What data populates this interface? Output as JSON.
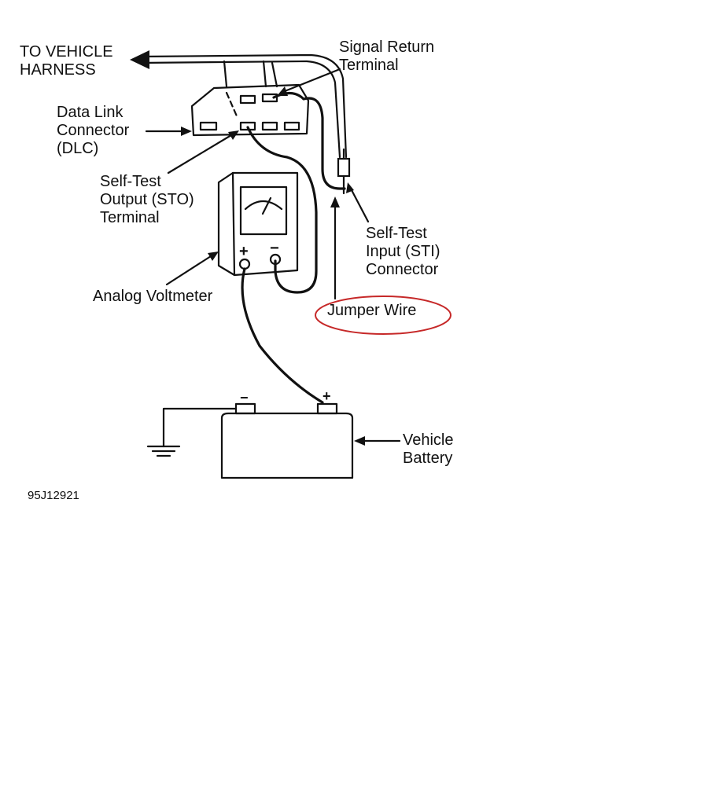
{
  "labels": {
    "harness_line1": "TO VEHICLE",
    "harness_line2": "HARNESS",
    "signal_return_line1": "Signal Return",
    "signal_return_line2": "Terminal",
    "dlc_line1": "Data Link",
    "dlc_line2": "Connector",
    "dlc_line3": "(DLC)",
    "sto_line1": "Self-Test",
    "sto_line2": "Output (STO)",
    "sto_line3": "Terminal",
    "sti_line1": "Self-Test",
    "sti_line2": "Input (STI)",
    "sti_line3": "Connector",
    "voltmeter": "Analog Voltmeter",
    "jumper_wire": "Jumper Wire",
    "battery_line1": "Vehicle",
    "battery_line2": "Battery",
    "figure_id": "95J12921"
  },
  "symbols": {
    "plus": "+",
    "minus": "−"
  },
  "colors": {
    "line": "#111111",
    "highlight_ellipse": "#c62828",
    "background": "#ffffff"
  }
}
